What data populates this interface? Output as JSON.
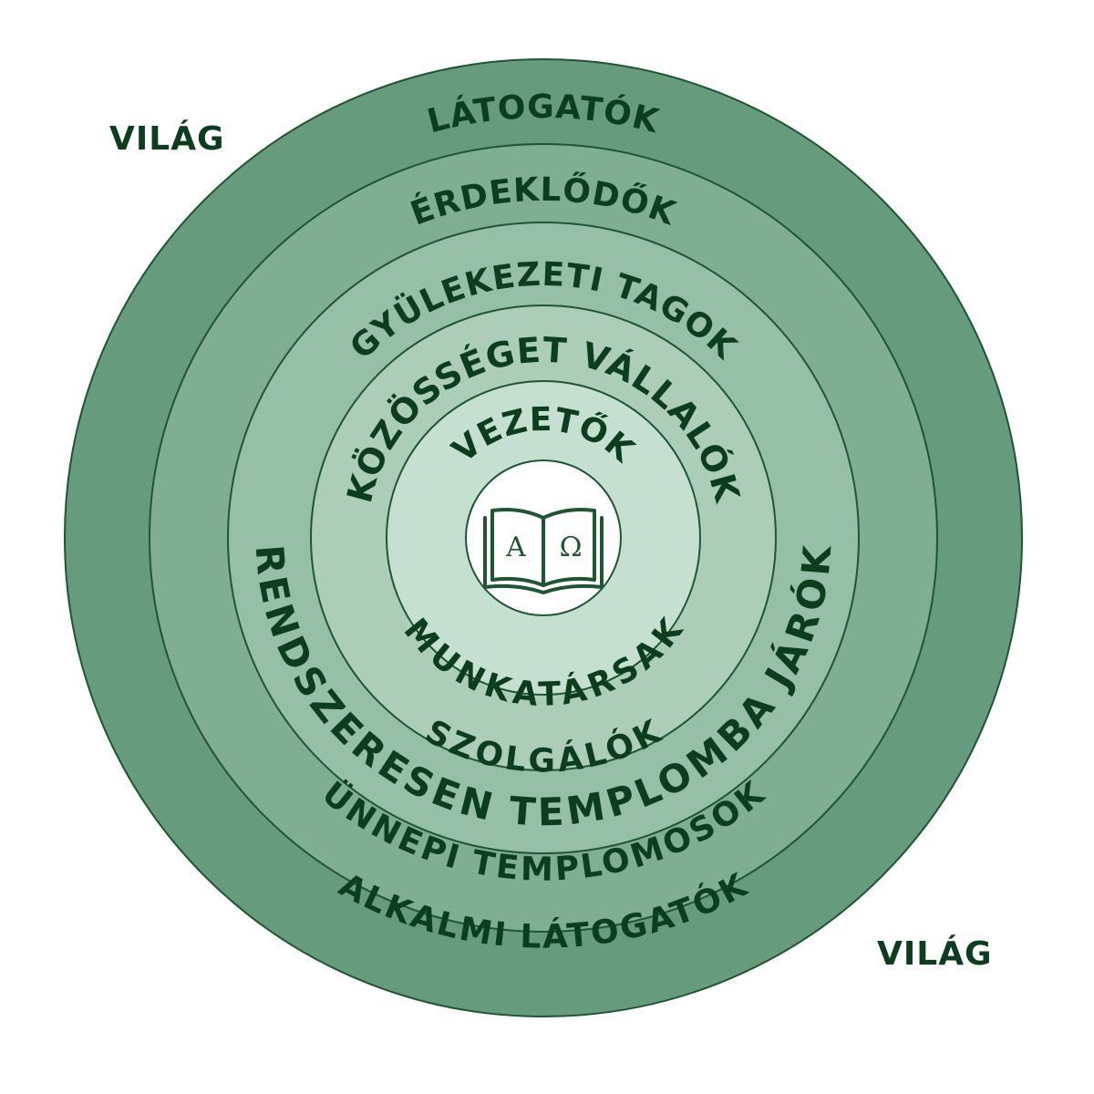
{
  "world_labels": [
    "VILÁG",
    "VILÁG"
  ],
  "rings": {
    "ring1": {
      "top_label": "LÁTOGATÓK",
      "bottom_label": "ALKALMI LÁTOGATÓK"
    },
    "ring2": {
      "top_label": "ÉRDEKLŐDŐK",
      "bottom_label": "ÜNNEPI TEMPLOMOSOK"
    },
    "ring3": {
      "top_label": "GYÜLEKEZETI TAGOK",
      "bottom_label": "RENDSZERESEN TEMPLOMBA JÁRÓK"
    },
    "ring4": {
      "top_label": "KÖZÖSSÉGET VÁLLALÓK",
      "bottom_label": "SZOLGÁLÓK"
    },
    "ring5": {
      "top_label": "VEZETŐK",
      "bottom_label": "MUNKATÁRSAK"
    }
  },
  "center": {
    "icon": "open-book-icon",
    "left_glyph": "A",
    "right_glyph": "Ω"
  },
  "colors": {
    "ring1": "#669b7e",
    "ring2": "#7fae93",
    "ring3": "#96bfa7",
    "ring4": "#acceb9",
    "ring5": "#c5e0d0",
    "center": "#ffffff",
    "stroke": "#1f5533",
    "text": "#0c3d1f"
  }
}
